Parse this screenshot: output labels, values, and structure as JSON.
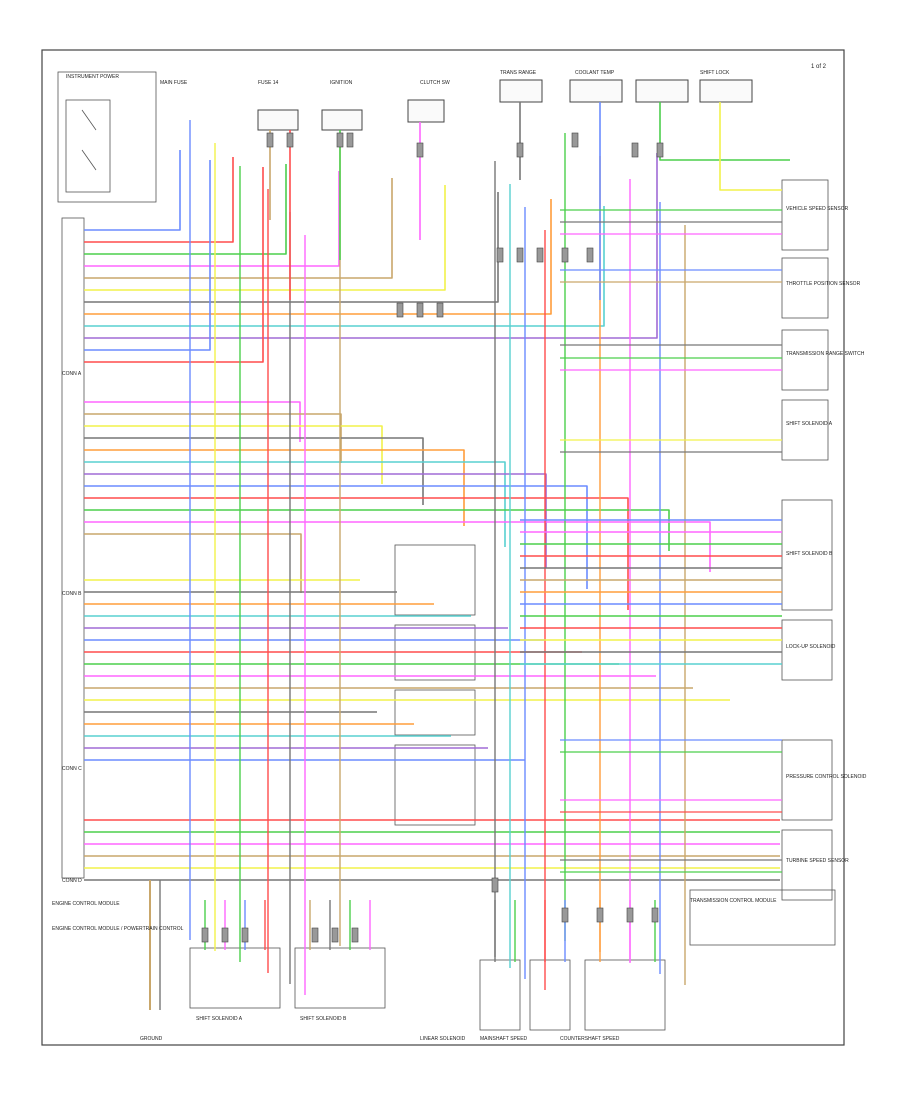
{
  "page": {
    "footer_code": "1 of 2"
  },
  "diagram": {
    "top_labels": [
      "INSTRUMENT POWER",
      "MAIN FUSE",
      "FUSE 14",
      "IGNITION",
      "CLUTCH SW",
      "TRANS RANGE",
      "COOLANT TEMP",
      "SHIFT LOCK"
    ],
    "ecm_label": "ENGINE CONTROL MODULE",
    "tcm_label": "TRANSMISSION CONTROL MODULE",
    "left_connector_groups": [
      "CONN A",
      "CONN B",
      "CONN C",
      "CONN D"
    ],
    "right_components": [
      "VEHICLE SPEED SENSOR",
      "THROTTLE POSITION SENSOR",
      "TRANSMISSION RANGE SWITCH",
      "SHIFT SOLENOID A",
      "SHIFT SOLENOID B",
      "LOCK-UP SOLENOID",
      "PRESSURE CONTROL SOLENOID",
      "TURBINE SPEED SENSOR"
    ],
    "bottom_labels": [
      "SHIFT SOLENOID A",
      "SHIFT SOLENOID B",
      "LINEAR SOLENOID",
      "MAINSHAFT SPEED",
      "COUNTERSHAFT SPEED",
      "GROUND"
    ],
    "bottom_left_note": "ENGINE CONTROL MODULE / POWERTRAIN CONTROL"
  }
}
